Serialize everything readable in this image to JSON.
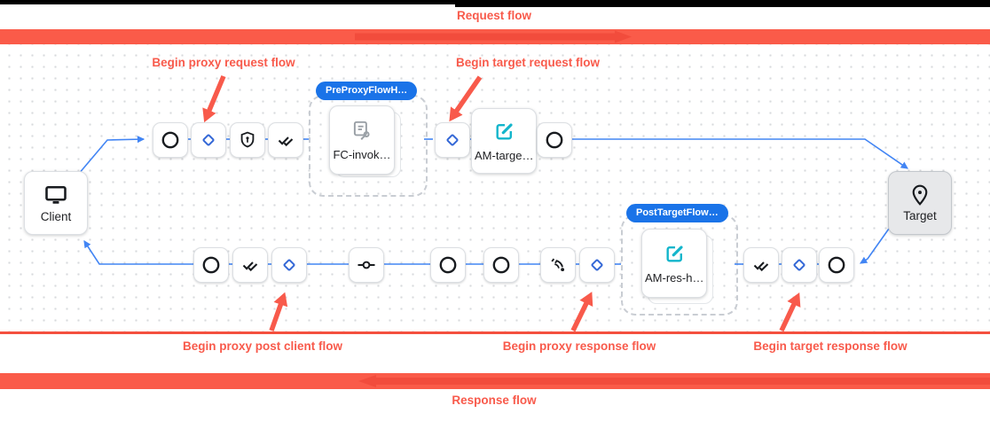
{
  "header": {
    "top_label": "Request flow"
  },
  "footer": {
    "bottom_label": "Response flow"
  },
  "annotations": {
    "proxy_request": "Begin proxy request flow",
    "target_request": "Begin target request flow",
    "proxy_post_client": "Begin proxy post client flow",
    "proxy_response": "Begin proxy response flow",
    "target_response": "Begin target response flow"
  },
  "endpoints": {
    "client_label": "Client",
    "target_label": "Target"
  },
  "groups": [
    {
      "label": "PreProxyFlowH…",
      "card_label": "FC-invok…",
      "card_icon": "flow-callout-icon"
    },
    {
      "label": "PostTargetFlow…",
      "card_label": "AM-res-h…",
      "card_icon": "assign-message-edit-icon"
    }
  ],
  "standalone_card": {
    "label": "AM-targe…",
    "icon": "assign-message-edit-icon"
  },
  "flow_icons": {
    "request_left_to_right": [
      "circle",
      "diamond",
      "shield-lock",
      "double-check",
      "flow-callout-card",
      "diamond",
      "assign-message-card",
      "circle"
    ],
    "response_right_to_left": [
      "circle",
      "diamond",
      "double-check",
      "assign-message-card",
      "diamond",
      "signal",
      "circle",
      "circle",
      "dash-circle",
      "diamond",
      "double-check",
      "circle"
    ]
  },
  "colors": {
    "annotation_red": "#f85a4b",
    "band_red": "#fa5b49",
    "band_arrow_red": "#f04a39",
    "pill_blue": "#1a73e8",
    "connector_blue": "#4285f4",
    "diamond_blue": "#3367d6",
    "edit_teal": "#12b5cb",
    "icon_gray": "#9aa0a6"
  }
}
